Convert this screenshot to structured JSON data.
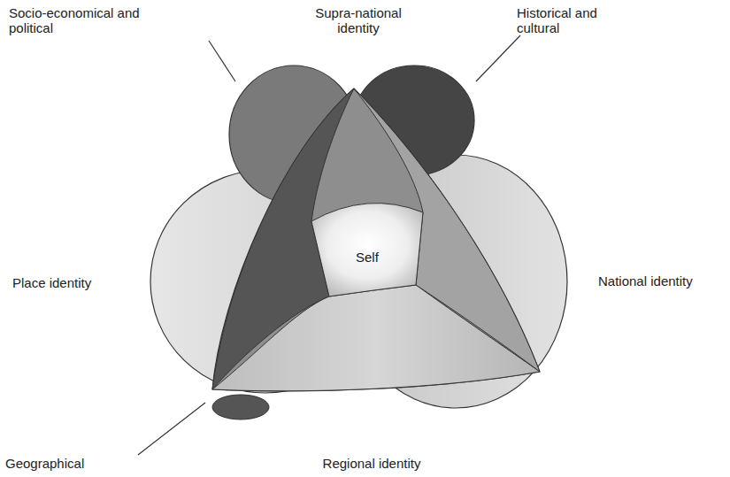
{
  "diagram": {
    "nodes": [
      {
        "text": [
          "Self"
        ]
      }
    ],
    "labels": [
      "Socio-economical and political",
      "Supra-national identity",
      "Historical and cultural",
      "Place identity",
      "National identity",
      "Geographical",
      "Regional identity"
    ]
  }
}
